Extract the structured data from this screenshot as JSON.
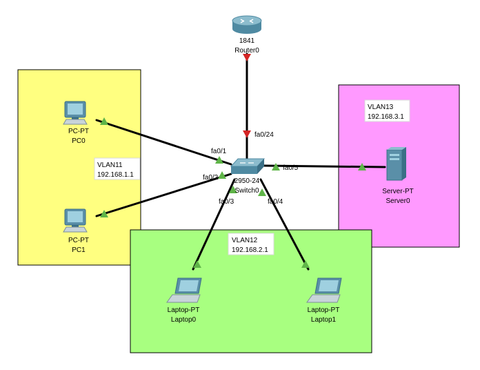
{
  "colors": {
    "vlan11_zone": "#ffff80",
    "vlan12_zone": "#a8ff80",
    "vlan13_zone": "#ff99ff",
    "zone_border": "#000000",
    "link": "#000000",
    "port_up": "#5fb548",
    "port_trunk": "#d42525",
    "device_body": "#5a8fa8"
  },
  "zones": {
    "vlan11": {
      "name": "VLAN11",
      "subnet": "192.168.1.1"
    },
    "vlan12": {
      "name": "VLAN12",
      "subnet": "192.168.2.1"
    },
    "vlan13": {
      "name": "VLAN13",
      "subnet": "192.168.3.1"
    }
  },
  "devices": {
    "router0": {
      "model": "1841",
      "name": "Router0",
      "icon": "router-icon"
    },
    "switch0": {
      "model": "2950-24",
      "name": "Switch0",
      "icon": "switch-icon"
    },
    "pc0": {
      "model": "PC-PT",
      "name": "PC0",
      "icon": "pc-icon"
    },
    "pc1": {
      "model": "PC-PT",
      "name": "PC1",
      "icon": "pc-icon"
    },
    "laptop0": {
      "model": "Laptop-PT",
      "name": "Laptop0",
      "icon": "laptop-icon"
    },
    "laptop1": {
      "model": "Laptop-PT",
      "name": "Laptop1",
      "icon": "laptop-icon"
    },
    "server0": {
      "model": "Server-PT",
      "name": "Server0",
      "icon": "server-icon"
    }
  },
  "ports": {
    "fa0_24": "fa0/24",
    "fa0_1": "fa0/1",
    "fa0_2": "fa0/2",
    "fa0_3": "fa0/3",
    "fa0_4": "fa0/4",
    "fa0_5": "fa0/5"
  }
}
